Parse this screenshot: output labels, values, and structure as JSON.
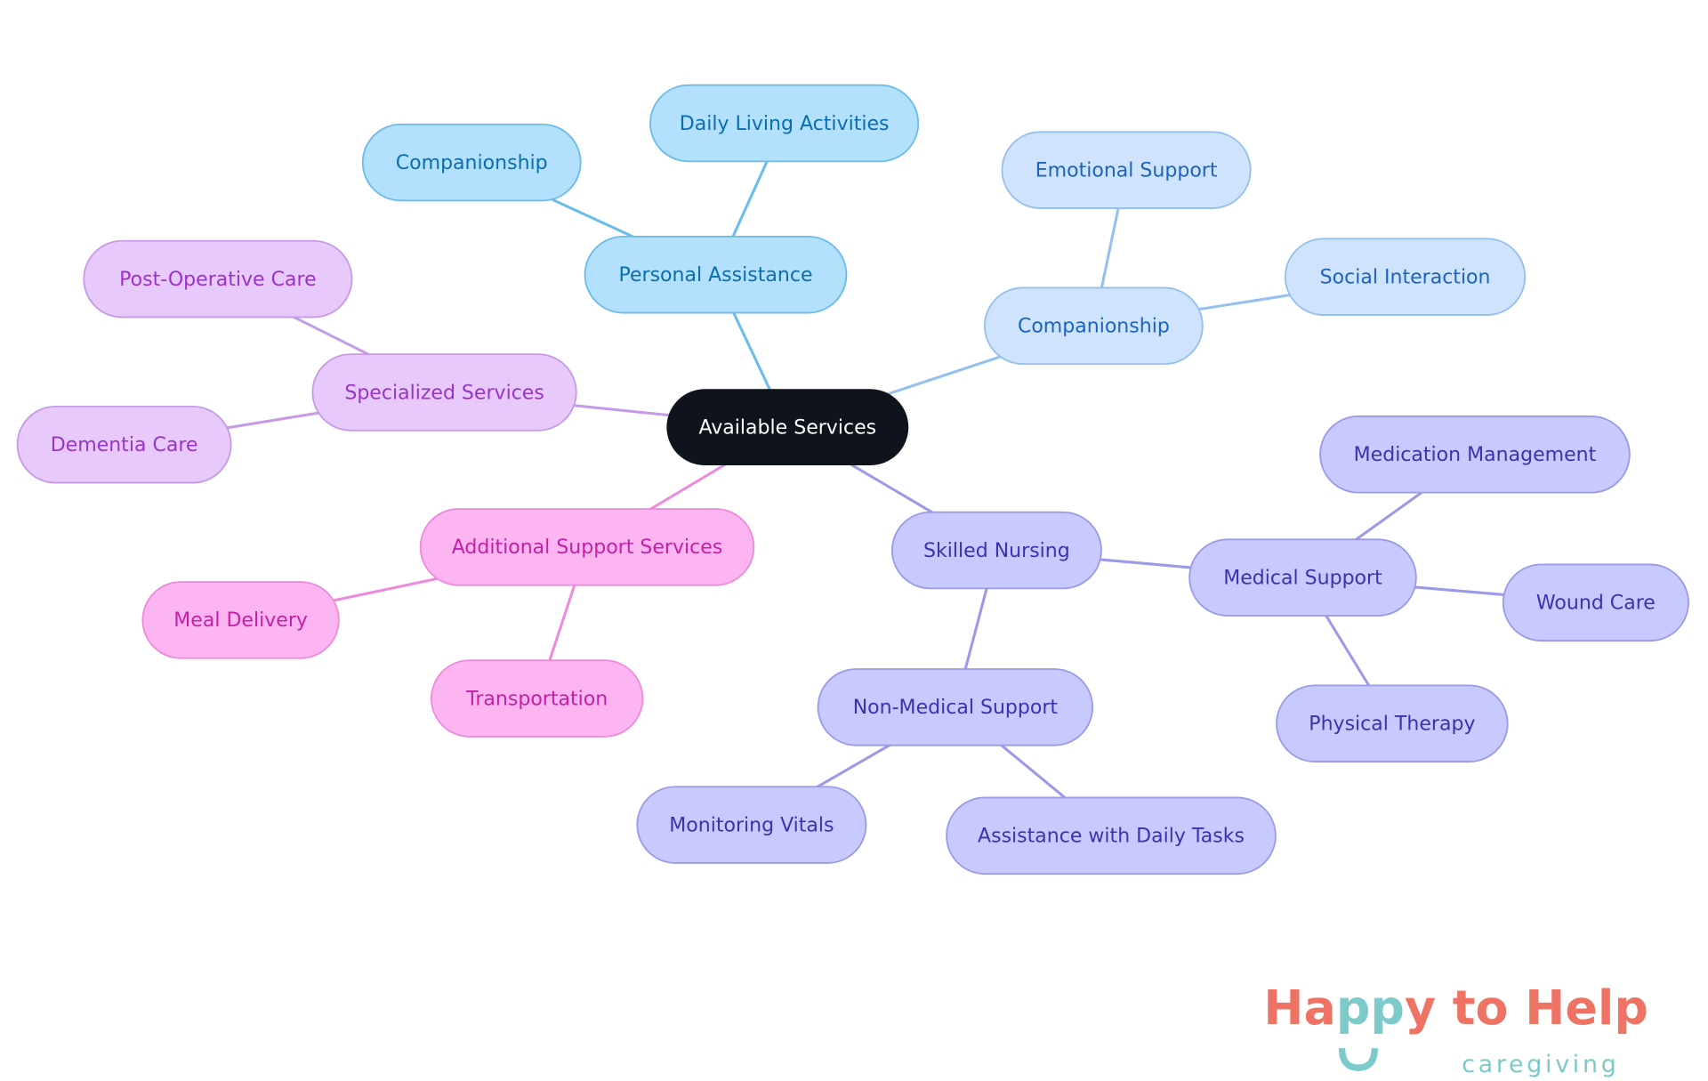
{
  "root": {
    "id": "root",
    "label": "Available Services"
  },
  "branches": [
    {
      "id": "personal",
      "label": "Personal Assistance",
      "theme": {
        "fill": "#b3e0fd",
        "stroke": "#6bbcec",
        "text": "#0a6fae",
        "line": "#6bbcec"
      },
      "children": [
        {
          "id": "pa-comp",
          "label": "Companionship"
        },
        {
          "id": "pa-daily",
          "label": "Daily Living Activities"
        }
      ]
    },
    {
      "id": "companionship",
      "label": "Companionship",
      "theme": {
        "fill": "#cfe3fc",
        "stroke": "#93c0ee",
        "text": "#1a64c2",
        "line": "#93c0ee"
      },
      "children": [
        {
          "id": "c-emo",
          "label": "Emotional Support"
        },
        {
          "id": "c-soc",
          "label": "Social Interaction"
        }
      ]
    },
    {
      "id": "specialized",
      "label": "Specialized Services",
      "theme": {
        "fill": "#e8c9fb",
        "stroke": "#c79ae8",
        "text": "#9a33c8",
        "line": "#c79ae8"
      },
      "children": [
        {
          "id": "s-post",
          "label": "Post-Operative Care"
        },
        {
          "id": "s-dem",
          "label": "Dementia Care"
        }
      ]
    },
    {
      "id": "additional",
      "label": "Additional Support Services",
      "theme": {
        "fill": "#fdb5f2",
        "stroke": "#ec8bdc",
        "text": "#c41fa6",
        "line": "#ec8bdc"
      },
      "children": [
        {
          "id": "a-meal",
          "label": "Meal Delivery"
        },
        {
          "id": "a-trans",
          "label": "Transportation"
        }
      ]
    },
    {
      "id": "nursing",
      "label": "Skilled Nursing",
      "theme": {
        "fill": "#c8caff",
        "stroke": "#9b9ae8",
        "text": "#3b32b0",
        "line": "#9b9ae8"
      },
      "children": [
        {
          "id": "n-med",
          "label": "Medical Support",
          "children": [
            {
              "id": "m-mm",
              "label": "Medication Management"
            },
            {
              "id": "m-wc",
              "label": "Wound Care"
            },
            {
              "id": "m-pt",
              "label": "Physical Therapy"
            }
          ]
        },
        {
          "id": "n-non",
          "label": "Non-Medical Support",
          "children": [
            {
              "id": "nm-mv",
              "label": "Monitoring Vitals"
            },
            {
              "id": "nm-adt",
              "label": "Assistance with Daily Tasks"
            }
          ]
        }
      ]
    }
  ],
  "root_theme": {
    "fill": "#0f141c",
    "text": "#ffffff"
  },
  "logo": {
    "text_happy": "Happy to Help",
    "text_sub": "caregiving",
    "colors": {
      "coral": "#ef7365",
      "teal": "#7ccac9"
    }
  }
}
